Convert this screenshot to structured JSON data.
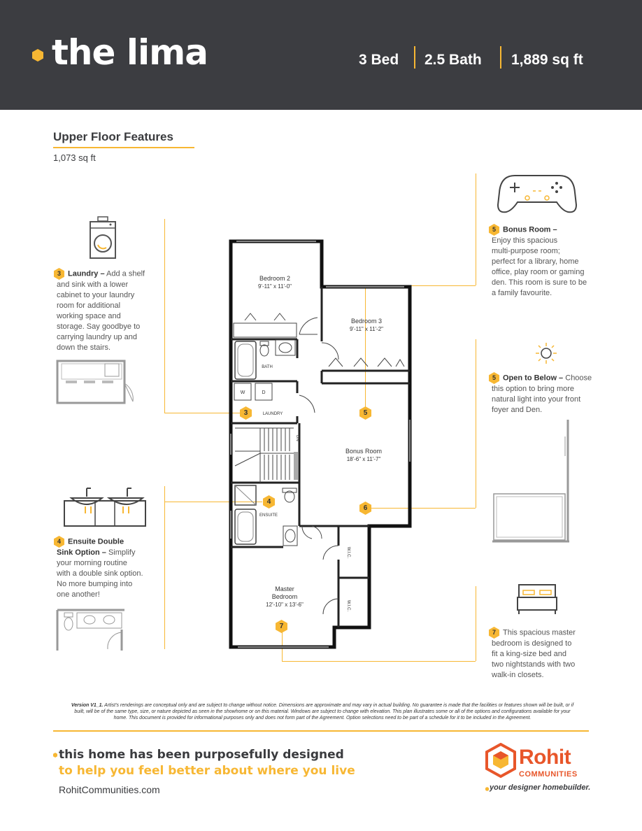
{
  "header": {
    "title": "the lima",
    "beds": "3 Bed",
    "baths": "2.5 Bath",
    "area": "1,889  sq ft",
    "bg_color": "#3c3d41",
    "accent_color": "#f7b733"
  },
  "section": {
    "title": "Upper Floor Features",
    "area": "1,073 sq ft"
  },
  "features": {
    "laundry": {
      "num": "3",
      "title": "Laundry –",
      "lines": [
        "Add a shelf",
        "and sink with a lower",
        "cabinet to your laundry",
        "room for additional",
        "working space and",
        "storage. Say goodbye to",
        "carrying laundry up and",
        "down the stairs."
      ]
    },
    "ensuite": {
      "num": "4",
      "title_line1": "Ensuite Double",
      "title_line2": "Sink Option –",
      "lines": [
        "Simplify",
        "your morning routine",
        "with a double sink option.",
        "No more bumping into",
        "one another!"
      ]
    },
    "bonus": {
      "num": "5",
      "title": "Bonus Room –",
      "lines": [
        "Enjoy this spacious",
        "multi-purpose room;",
        "perfect for a library, home",
        "office, play room or gaming",
        "den. This room is sure to be",
        "a family favourite."
      ]
    },
    "open_below": {
      "num": "5",
      "title": "Open to Below –",
      "lines": [
        "Choose",
        "this option to bring more",
        "natural light into your front",
        "foyer and Den."
      ]
    },
    "master": {
      "num": "7",
      "lines": [
        "This spacious master",
        "bedroom is designed to",
        "fit a king-size bed and",
        "two nightstands with two",
        "walk-in closets."
      ]
    }
  },
  "plan": {
    "bedroom2": {
      "name": "Bedroom 2",
      "dims": "9'-11\" x 11'-0\""
    },
    "bedroom3": {
      "name": "Bedroom 3",
      "dims": "9'-11\" x 11'-2\""
    },
    "bonus": {
      "name": "Bonus Room",
      "dims": "18'-6\" x 11'-7\""
    },
    "master": {
      "name_line1": "Master",
      "name_line2": "Bedroom",
      "dims": "12'-10\" x 13'-6\""
    },
    "bath": "BATH",
    "laundry": "LAUNDRY",
    "ensuite": "ENSUITE",
    "wic": "W.I.C.",
    "washer": "W",
    "dryer": "D",
    "stair_dn": "DN",
    "badges": {
      "b3": "3",
      "b4": "4",
      "b5": "5",
      "b6": "6",
      "b7": "7"
    }
  },
  "disclaimer": {
    "version": "Version V1_1.",
    "text": "Artist's renderings are conceptual only and are subject to change without notice. Dimensions are approximate and may vary in actual building. No guarantee is made that the facilities or features shown will be built, or if built, will be of the same type, size, or nature depicted as seen in the showhome or on this material. Windows are subject to change with elevation. This plan illustrates some or all of the options and configurations available for your home. This document  is provided  for informational purposes only and does not form part of the Agreement. Option selections need to be part of a schedule for it to be included in the Agreement."
  },
  "footer": {
    "tagline1": "this home has been purposefully designed",
    "tagline2": "to help you feel better about where you live",
    "website": "RohitCommunities.com",
    "brand": "Rohit",
    "brand_sub": "COMMUNITIES",
    "brand_tag": "your designer homebuilder.",
    "brand_color": "#e8562a"
  },
  "icons": [
    "hex-bullet-icon",
    "washer-icon",
    "game-controller-icon",
    "sun-icon",
    "double-vanity-icon",
    "bed-icon",
    "rohit-logo-icon"
  ]
}
